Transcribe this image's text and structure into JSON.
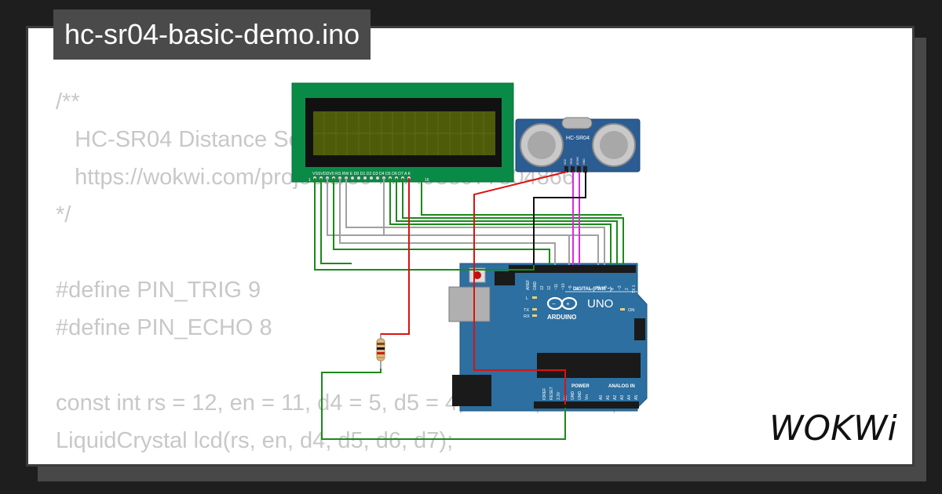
{
  "title": "hc-sr04-basic-demo.ino",
  "code_lines": [
    "/**",
    "   HC-SR04 Distance Sensor Demo",
    "   https://wokwi.com/projects/304444938977804866",
    "*/",
    "",
    "#define PIN_TRIG 9",
    "#define PIN_ECHO 8",
    "",
    "const int rs = 12, en = 11, d4 = 5, d5 = 4, d6 = 3, d7 = 2;",
    "LiquidCrystal lcd(rs, en, d4, d5, d6, d7);"
  ],
  "lcd": {
    "pin_labels": "VSSVDDV0 RS RW E  D0 D1 D2 D3 D4 D5 D6 D7  A  K",
    "pin1": "1",
    "pin16": "16"
  },
  "sensor": {
    "label": "HC-SR04",
    "pins": [
      "VCC",
      "TRIG",
      "ECHO",
      "GND"
    ]
  },
  "arduino": {
    "brand": "ARDUINO",
    "model": "UNO",
    "digital_label": "DIGITAL (PWM ~)",
    "digital_pins": [
      "AREF",
      "GND",
      "13",
      "12",
      "~11",
      "~10",
      "~9",
      "8",
      "7",
      "~6",
      "~5",
      "4",
      "~3",
      "2",
      "TX 1",
      "RX 0"
    ],
    "led_labels": [
      "L",
      "TX",
      "RX",
      "ON"
    ],
    "power_label": "POWER",
    "power_pins": [
      "IOREF",
      "RESET",
      "3.3V",
      "5V",
      "GND",
      "GND",
      "Vin"
    ],
    "analog_label": "ANALOG IN",
    "analog_pins": [
      "A0",
      "A1",
      "A2",
      "A3",
      "A4",
      "A5"
    ]
  },
  "logo": "WOKWi",
  "colors": {
    "background": "#1e1e1e",
    "card": "#ffffff",
    "code_text": "#c8c8c8",
    "title_bg": "#4a4a4a",
    "lcd_pcb": "#0a8a47",
    "lcd_screen": "#4e5c0a",
    "sensor_pcb": "#2b5c92",
    "arduino_pcb": "#2c6fa0",
    "wire_green": "#1a8a1a",
    "wire_red": "#dd1111",
    "wire_gray": "#a0a0a0",
    "wire_magenta": "#e028e0",
    "wire_black": "#111111"
  }
}
